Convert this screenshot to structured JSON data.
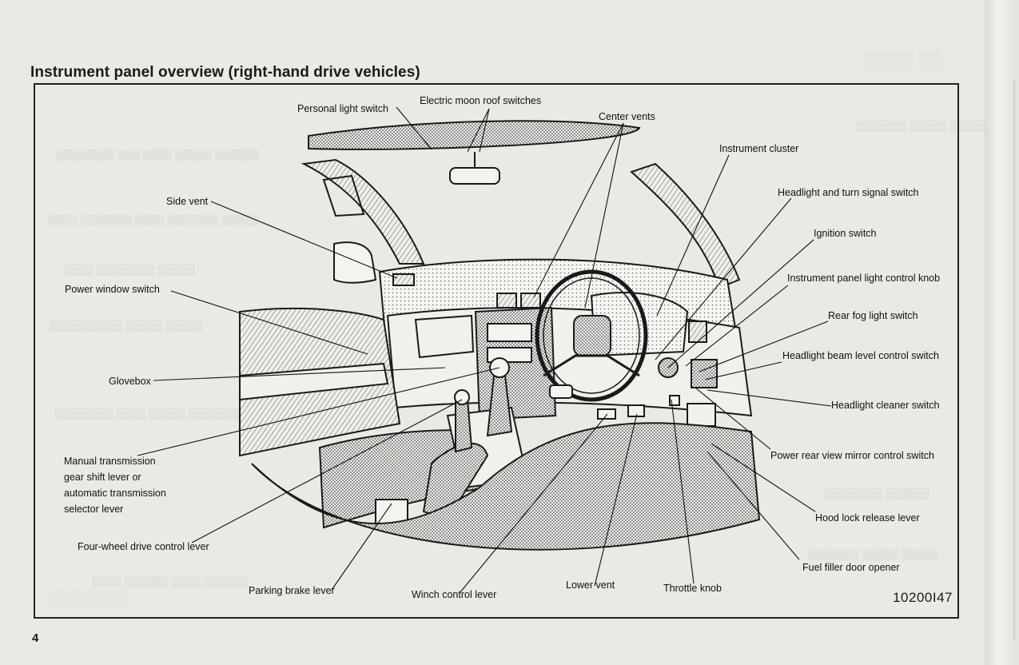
{
  "section_title": "Instrument panel overview (right-hand drive vehicles)",
  "page_number": "4",
  "figure_id": "10200I47",
  "callouts": {
    "personal_light_switch": "Personal light switch",
    "electric_moon_roof_switches": "Electric moon roof switches",
    "center_vents": "Center vents",
    "instrument_cluster": "Instrument cluster",
    "headlight_turn_signal_switch": "Headlight and turn signal switch",
    "ignition_switch": "Ignition switch",
    "instrument_panel_light_control_knob": "Instrument panel light control knob",
    "rear_fog_light_switch": "Rear fog light switch",
    "headlight_beam_level_control_switch": "Headlight beam level control switch",
    "headlight_cleaner_switch": "Headlight cleaner switch",
    "power_rear_view_mirror_control_switch": "Power rear view mirror control switch",
    "hood_lock_release_lever": "Hood lock release lever",
    "fuel_filler_door_opener": "Fuel filler door opener",
    "throttle_knob": "Throttle knob",
    "lower_vent": "Lower vent",
    "winch_control_lever": "Winch control lever",
    "parking_brake_lever": "Parking brake lever",
    "four_wheel_drive_control_lever": "Four-wheel drive control lever",
    "manual_transmission": "Manual transmission gear shift lever or automatic transmission selector lever",
    "glovebox": "Glovebox",
    "power_window_switch": "Power window switch",
    "side_vent": "Side vent"
  }
}
